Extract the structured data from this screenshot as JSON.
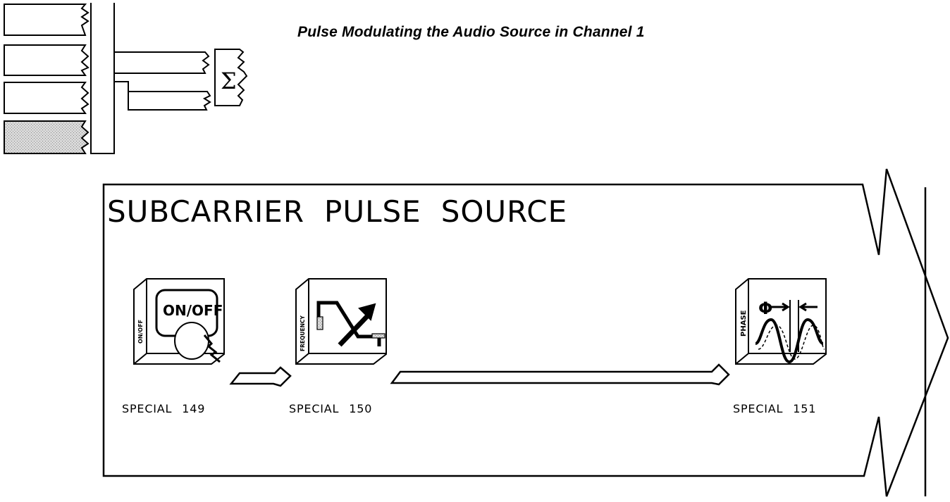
{
  "title": "Pulse Modulating the Audio Source in Channel 1",
  "source_block": {
    "heading_words": [
      "SUBCARRIER",
      "PULSE",
      "SOURCE"
    ]
  },
  "sum_symbol": "Σ",
  "keys": [
    {
      "icon": "on-off-key",
      "side_label": "ON/OFF",
      "face_text": "ON/OFF",
      "prefix": "SPECIAL",
      "number": "149"
    },
    {
      "icon": "frequency-key",
      "side_label": "FREQUENCY",
      "face_text": "",
      "prefix": "SPECIAL",
      "number": "150"
    },
    {
      "icon": "phase-key",
      "side_label": "PHASE",
      "face_text": "Φ",
      "prefix": "SPECIAL",
      "number": "151"
    }
  ],
  "channels": {
    "count": 4,
    "highlighted_index": 3
  }
}
